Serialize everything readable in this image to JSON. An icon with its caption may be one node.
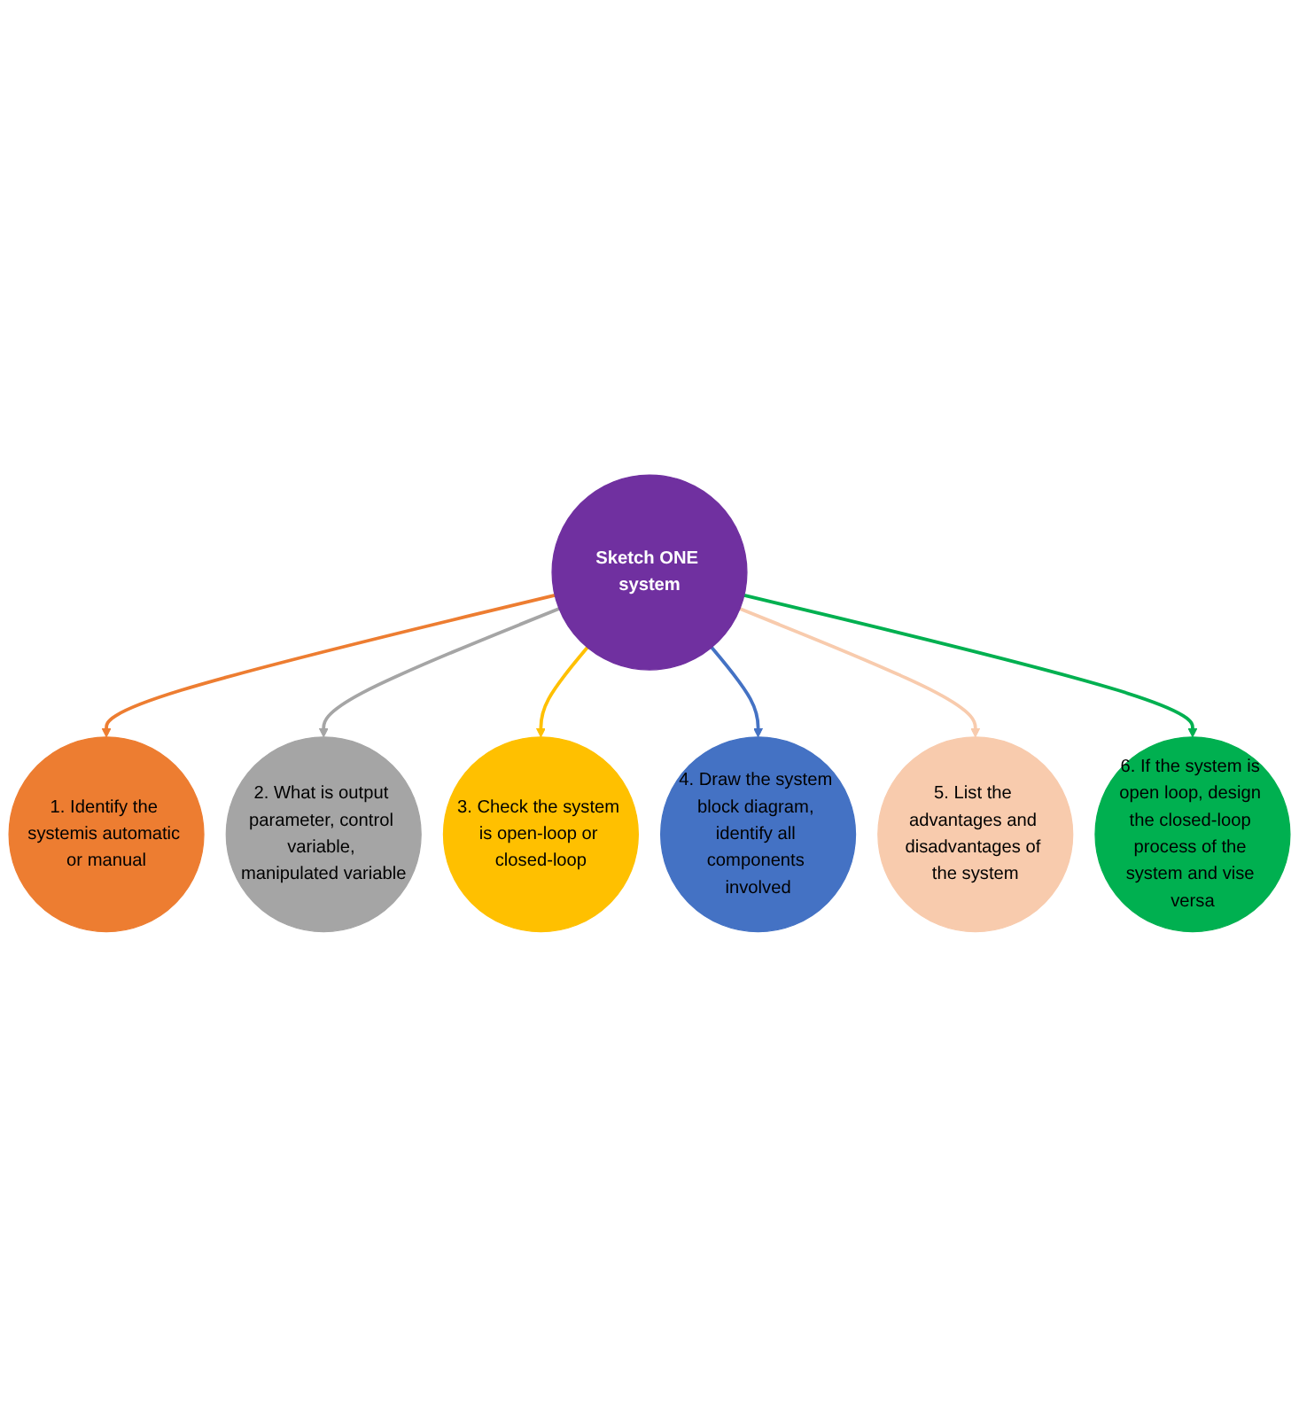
{
  "diagram": {
    "nodes": [
      {
        "text": [
          "1. Identify the systemis automatic or manual"
        ]
      },
      {
        "text": [
          "6. If the system is open loop, design the closed-loop process of the system and vise versa"
        ]
      },
      {
        "text": [
          "2. What is output parameter, control variable, manipulated variable"
        ]
      },
      {
        "text": [
          "Sketch ONE system"
        ]
      },
      {
        "text": [
          "5. List the advantages and disadvantages of the system"
        ]
      },
      {
        "text": [
          "3. Check the system is open-loop or closed-loop"
        ]
      },
      {
        "text": [
          "4. Draw the system block diagram, identify all components involved"
        ]
      }
    ],
    "edges": [
      {
        "from": 3,
        "to": 0,
        "arrow": "to",
        "color": "#ed7d31"
      },
      {
        "from": 3,
        "to": 2,
        "arrow": "to",
        "color": "#a5a5a5"
      },
      {
        "from": 3,
        "to": 5,
        "arrow": "to",
        "color": "#ffc000"
      },
      {
        "from": 3,
        "to": 6,
        "arrow": "to",
        "color": "#4472c4"
      },
      {
        "from": 3,
        "to": 4,
        "arrow": "to",
        "color": "#f8cbad"
      },
      {
        "from": 3,
        "to": 1,
        "arrow": "to",
        "color": "#00b050"
      }
    ]
  }
}
